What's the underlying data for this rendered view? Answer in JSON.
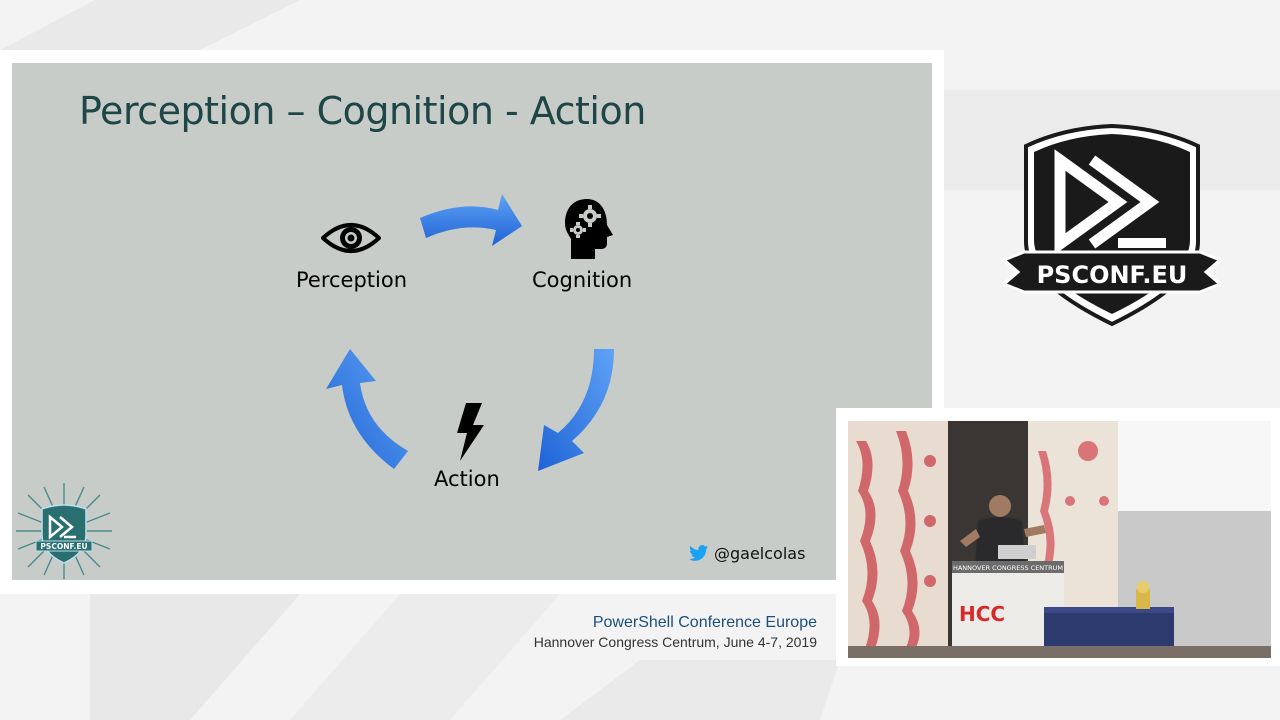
{
  "slide": {
    "title": "Perception – Cognition - Action",
    "nodes": {
      "perception": {
        "label": "Perception",
        "icon": "eye-icon"
      },
      "cognition": {
        "label": "Cognition",
        "icon": "head-gears-icon"
      },
      "action": {
        "label": "Action",
        "icon": "lightning-bolt-icon"
      }
    },
    "twitter_handle": "@gaelcolas"
  },
  "branding": {
    "logo_text": "PSCONF.EU"
  },
  "footer": {
    "title": "PowerShell Conference Europe",
    "subtitle": "Hannover Congress Centrum, June 4-7, 2019"
  },
  "video": {
    "podium_banner": "HANNOVER CONGRESS CENTRUM",
    "podium_logo": "HCC"
  },
  "colors": {
    "slide_bg": "#c8ccc8",
    "title_color": "#1e4646",
    "arrow_blue": "#2f7ae8",
    "footer_blue": "#1d4f7e"
  }
}
